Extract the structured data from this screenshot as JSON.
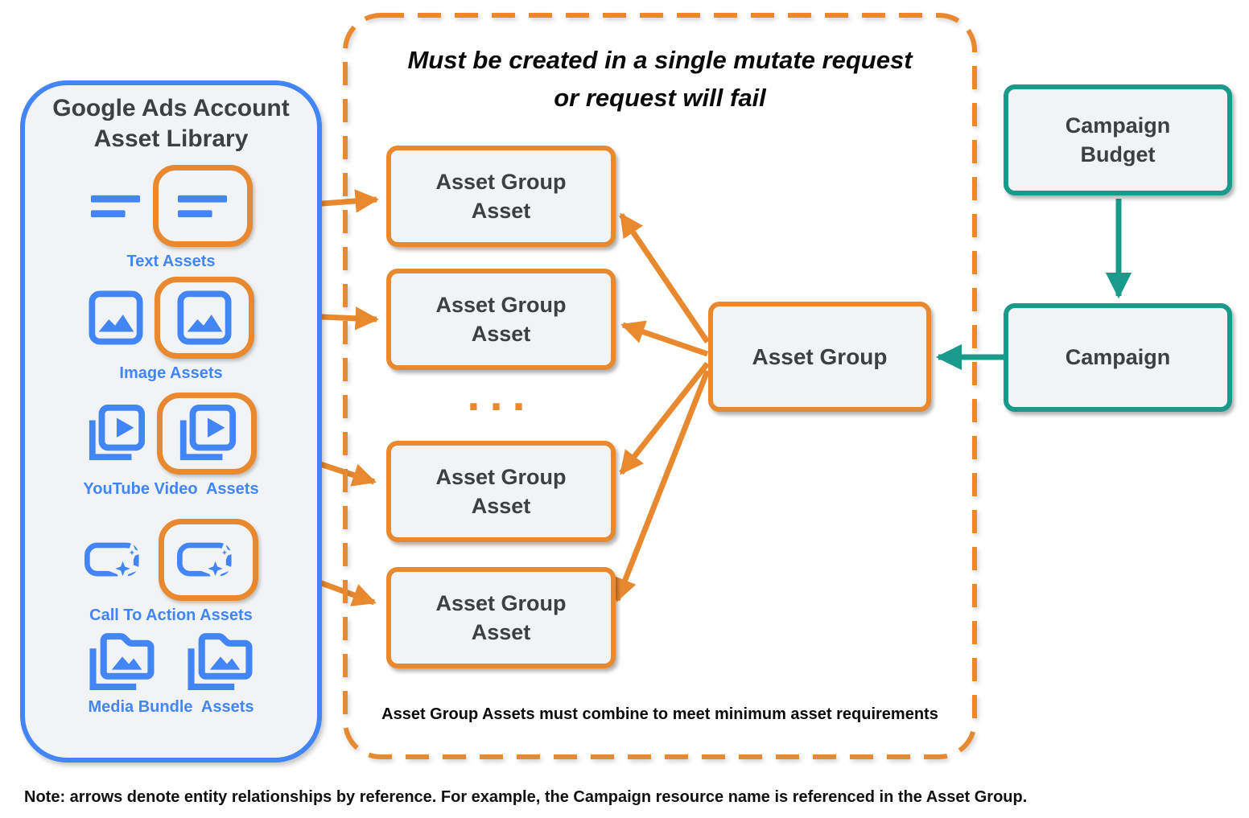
{
  "library": {
    "title": "Google Ads Account\nAsset Library",
    "items": [
      {
        "label": "Text Assets",
        "icon": "text-asset-icon"
      },
      {
        "label": "Image Assets",
        "icon": "image-asset-icon"
      },
      {
        "label": "YouTube Video  Assets",
        "icon": "youtube-video-asset-icon"
      },
      {
        "label": "Call To Action Assets",
        "icon": "call-to-action-asset-icon"
      },
      {
        "label": "Media Bundle  Assets",
        "icon": "media-bundle-asset-icon"
      }
    ]
  },
  "mutate_panel": {
    "title": "Must be created in a single mutate request\nor request will fail",
    "boxes": [
      "Asset Group\nAsset",
      "Asset Group\nAsset",
      "Asset Group\nAsset",
      "Asset Group\nAsset"
    ],
    "ellipsis": "...",
    "footnote": "Asset Group Assets must combine to meet minimum asset requirements"
  },
  "entities": {
    "asset_group": "Asset Group",
    "campaign_budget": "Campaign\nBudget",
    "campaign": "Campaign"
  },
  "note": "Note: arrows denote entity relationships by reference. For example, the Campaign resource name is referenced in the Asset Group.",
  "colors": {
    "blue": "#4285F4",
    "orange": "#E8892F",
    "teal": "#1A9A8A",
    "box_fill": "#F1F3F4",
    "text_dark": "#3C4043"
  }
}
